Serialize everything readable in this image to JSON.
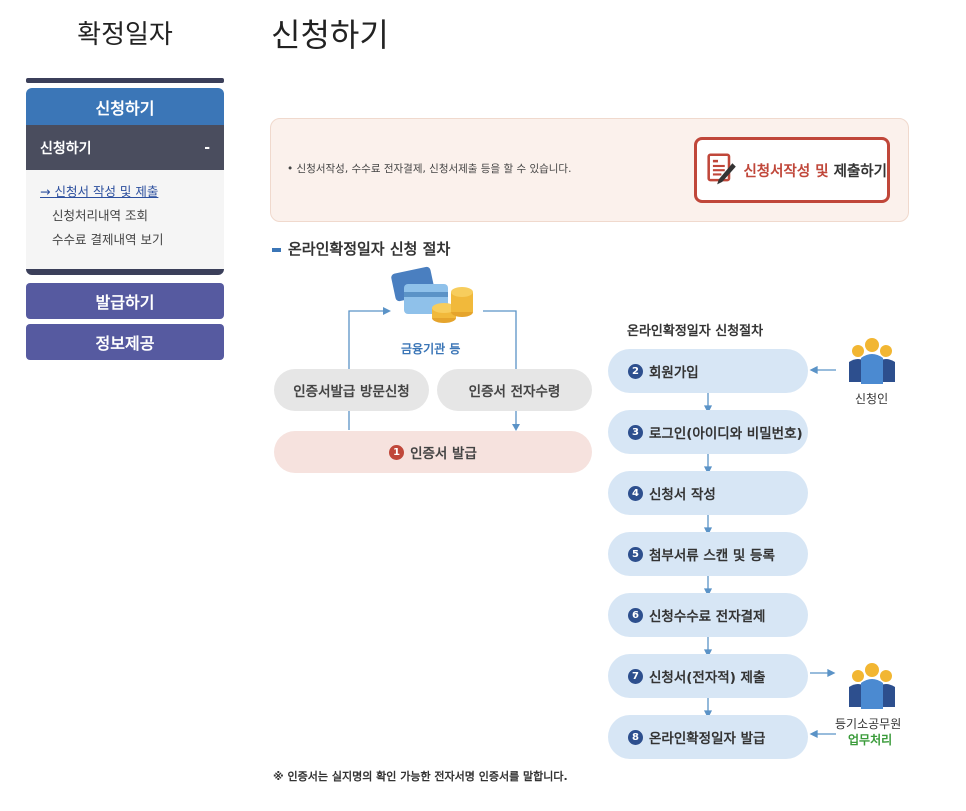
{
  "sidebar": {
    "title": "확정일자",
    "section_header": "신청하기",
    "sub_header": "신청하기",
    "sub_toggle": "-",
    "items": [
      {
        "label": "신청서 작성 및 제출",
        "active_prefix": "→"
      },
      {
        "label": "신청처리내역 조회"
      },
      {
        "label": "수수료 결제내역 보기"
      }
    ],
    "buttons": [
      "발급하기",
      "정보제공"
    ]
  },
  "main": {
    "title": "신청하기",
    "info_text": "신청서작성, 수수료 전자결제, 신청서제출 등을 할 수 있습니다.",
    "info_bullet": "•",
    "apply_button": {
      "part1": "신청서작성 및",
      "part2": "제출하기"
    },
    "section_title": "온라인확정일자 신청 절차",
    "cert_flow": {
      "finance_label": "금융기관 등",
      "visit": "인증서발급 방문신청",
      "receive": "인증서 전자수령",
      "issue_num": "1",
      "issue": "인증서 발급"
    },
    "flow_title": "온라인확정일자 신청절차",
    "steps": [
      {
        "num": "2",
        "label": "회원가입"
      },
      {
        "num": "3",
        "label": "로그인(아이디와 비밀번호)"
      },
      {
        "num": "4",
        "label": "신청서 작성"
      },
      {
        "num": "5",
        "label": "첨부서류 스캔 및 등록"
      },
      {
        "num": "6",
        "label": "신청수수료 전자결제"
      },
      {
        "num": "7",
        "label": "신청서(전자적) 제출"
      },
      {
        "num": "8",
        "label": "온라인확정일자 발급"
      }
    ],
    "applicant": "신청인",
    "officer": "등기소공무원",
    "officer_task": "업무처리",
    "footnote": "※ 인증서는 실지명의 확인 가능한 전자서명 인증서를 말합니다."
  },
  "colors": {
    "blue": "#3b76b7",
    "dark": "#4a4d5e",
    "purple": "#565aa0",
    "red": "#c0473a",
    "step_bg": "#d7e6f5",
    "info_bg": "#fbf1ec"
  }
}
